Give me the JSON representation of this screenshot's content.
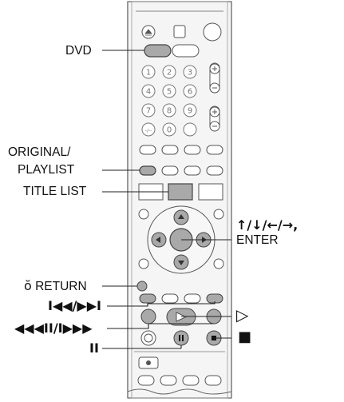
{
  "labels": {
    "dvd": "DVD",
    "original_line1": "ORIGINAL/",
    "original_line2": "PLAYLIST",
    "title_list": "TITLE LIST",
    "return_symbol": "ŏ",
    "return_text": " RETURN",
    "skip": "I◀◀/▶▶I",
    "scan": "◀◀◀II/I▶▶▶",
    "pause": "II",
    "arrows": "↑/↓/←/→,",
    "enter": "ENTER",
    "play": "▷",
    "stop": "■"
  },
  "remote": {
    "number_keys": [
      "1",
      "2",
      "3",
      "4",
      "5",
      "6",
      "7",
      "8",
      "9",
      "-/--",
      "0",
      ""
    ],
    "body_color": "#f3f3f3",
    "highlight_color": "#a9a9a9",
    "line_color": "#555555"
  }
}
